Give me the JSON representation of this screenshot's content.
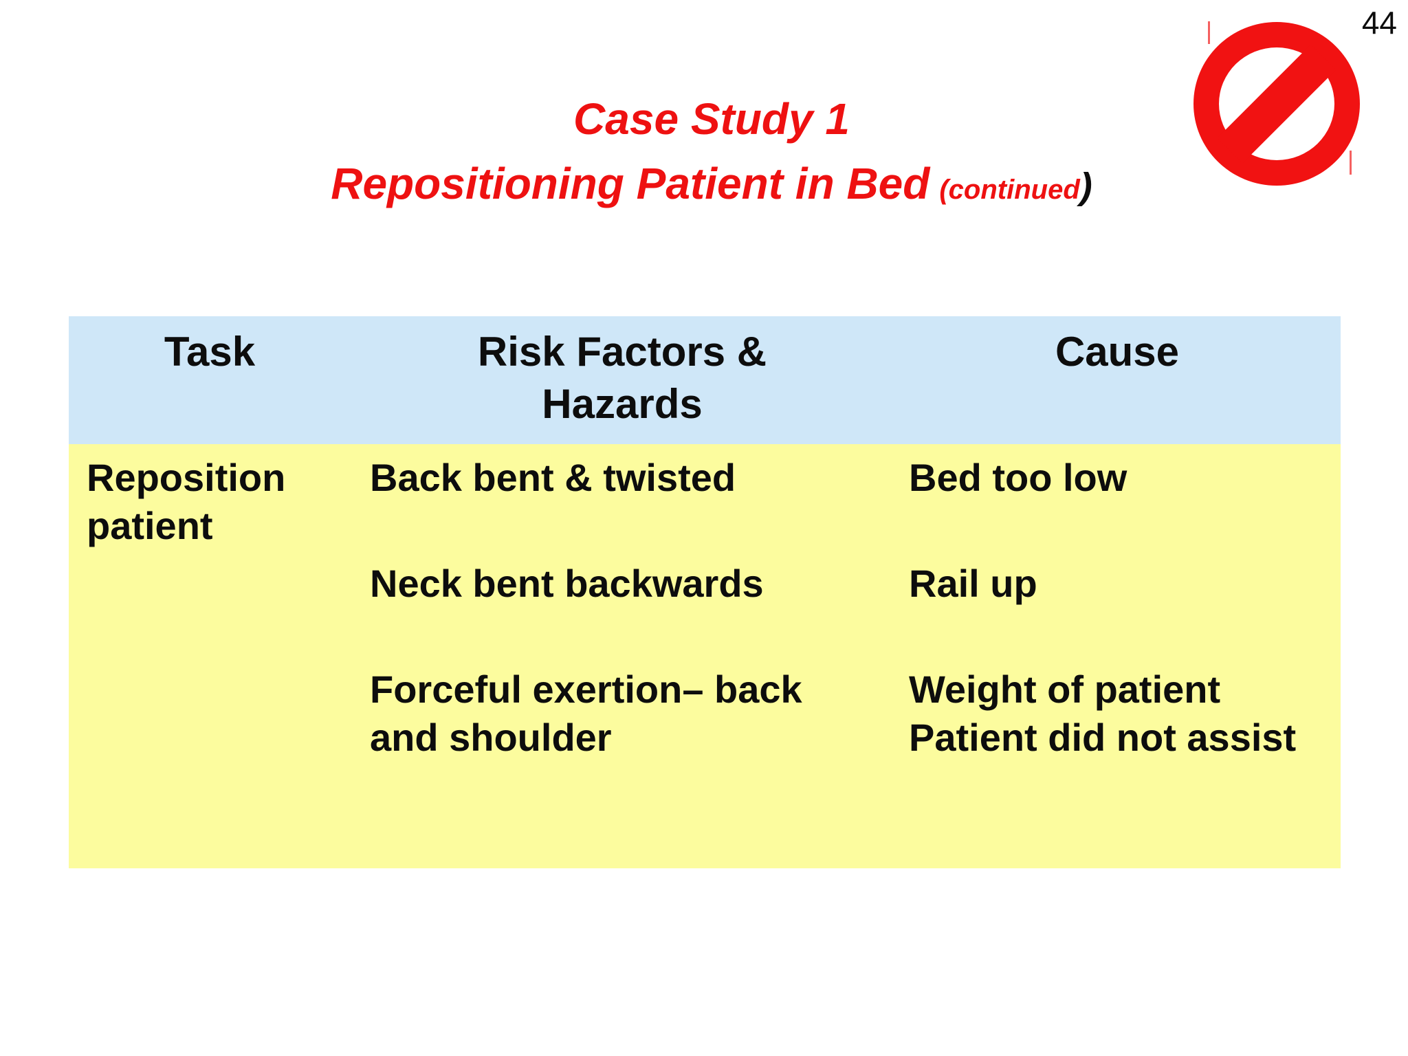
{
  "page_number": "44",
  "title": {
    "line1": "Case Study 1",
    "line2": "Repositioning Patient in Bed",
    "line2_note": "(continued",
    "line2_close": ")"
  },
  "icons": {
    "no_symbol": "no-symbol prohibition sign"
  },
  "colors": {
    "title_red": "#ee1111",
    "sign_red": "#f11212",
    "header_blue": "#cfe7f8",
    "body_yellow": "#fcfc9e",
    "text_black": "#0d0d0d"
  },
  "table": {
    "headers": {
      "task": "Task",
      "risk": "Risk Factors & Hazards",
      "cause": "Cause"
    },
    "body": {
      "task": [
        "Reposition patient"
      ],
      "risk": [
        "Back bent & twisted",
        "Neck bent backwards",
        "Forceful exertion– back and shoulder"
      ],
      "cause": [
        "Bed too low",
        "Rail up",
        "Weight of patient\nPatient did not assist"
      ]
    }
  }
}
